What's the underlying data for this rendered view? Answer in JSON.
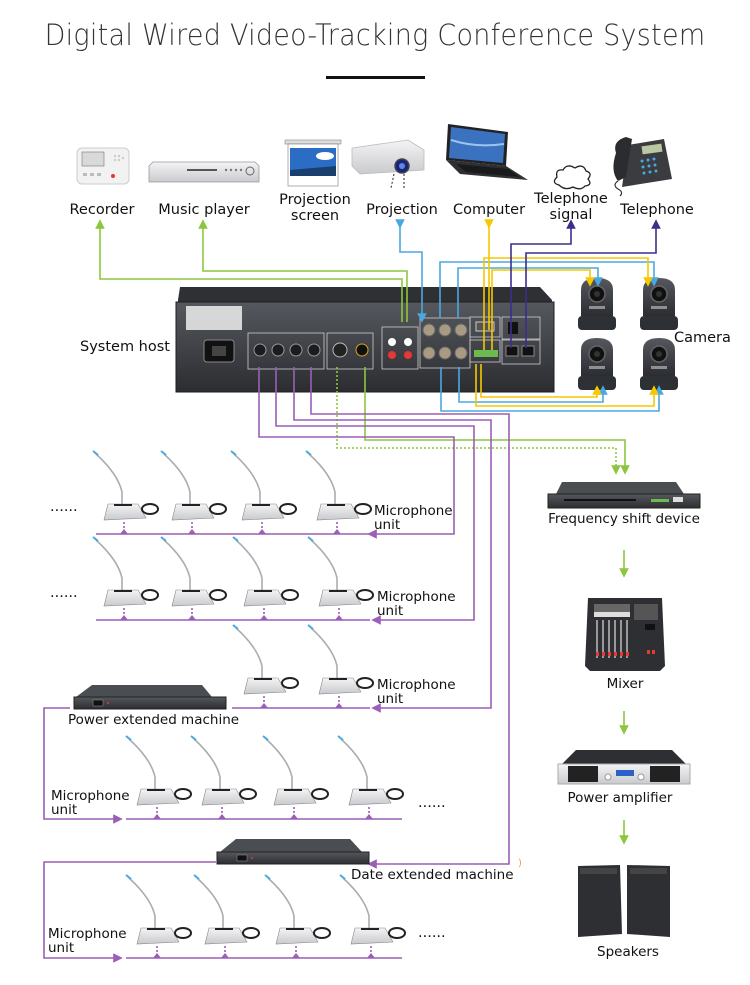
{
  "title": "Digital Wired Video-Tracking Conference System",
  "colors": {
    "green": "#8cc63f",
    "blue": "#4aa8e0",
    "yellow": "#f5c800",
    "indigo": "#3d2d8c",
    "purple": "#9b5fb5",
    "device_dark": "#3a3d42",
    "device_light": "#e8e8ea"
  },
  "top_devices": [
    {
      "id": "recorder",
      "label": "Recorder",
      "icon": "recorder-icon"
    },
    {
      "id": "music-player",
      "label": "Music player",
      "icon": "dvd-player-icon"
    },
    {
      "id": "projection-screen",
      "label_line1": "Projection",
      "label_line2": "screen",
      "icon": "projection-screen-icon"
    },
    {
      "id": "projection",
      "label": "Projection",
      "icon": "projector-icon"
    },
    {
      "id": "computer",
      "label": "Computer",
      "icon": "laptop-icon"
    },
    {
      "id": "telephone-signal",
      "label_line1": "Telephone",
      "label_line2": "signal",
      "icon": "cloud-icon"
    },
    {
      "id": "telephone",
      "label": "Telephone",
      "icon": "telephone-icon"
    }
  ],
  "system_host": {
    "label": "System host"
  },
  "camera": {
    "label": "Camera",
    "count": 4
  },
  "mic_rows": [
    {
      "label_line1": "Microphone",
      "label_line2": "unit",
      "units": 4,
      "ellipsis": "......"
    },
    {
      "label_line1": "Microphone",
      "label_line2": "unit",
      "units": 4,
      "ellipsis": "......"
    },
    {
      "label_line1": "Microphone",
      "label_line2": "unit",
      "units": 2
    },
    {
      "label_line1": "Microphone",
      "label_line2": "unit",
      "units": 4,
      "ellipsis": "......"
    },
    {
      "label_line1": "Microphone",
      "label_line2": "unit",
      "units": 4,
      "ellipsis": "......"
    }
  ],
  "power_extended_machine": {
    "label": "Power extended machine"
  },
  "date_extended_machine": {
    "label": "Date extended machine"
  },
  "audio_chain": [
    {
      "id": "frequency-shift",
      "label": "Frequency shift device"
    },
    {
      "id": "mixer",
      "label": "Mixer"
    },
    {
      "id": "power-amplifier",
      "label": "Power amplifier"
    },
    {
      "id": "speakers",
      "label": "Speakers"
    }
  ]
}
